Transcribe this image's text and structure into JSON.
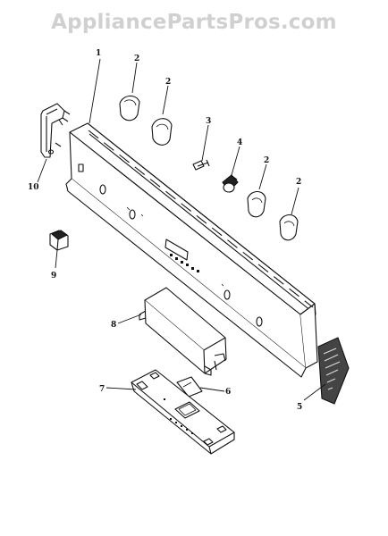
{
  "watermark": "AppliancePartsPros.com",
  "callouts": [
    {
      "id": "1",
      "label": "1"
    },
    {
      "id": "2a",
      "label": "2"
    },
    {
      "id": "2b",
      "label": "2"
    },
    {
      "id": "2c",
      "label": "2"
    },
    {
      "id": "2d",
      "label": "2"
    },
    {
      "id": "3",
      "label": "3"
    },
    {
      "id": "4",
      "label": "4"
    },
    {
      "id": "5",
      "label": "5"
    },
    {
      "id": "6",
      "label": "6"
    },
    {
      "id": "7",
      "label": "7"
    },
    {
      "id": "8",
      "label": "8"
    },
    {
      "id": "9",
      "label": "9"
    },
    {
      "id": "10",
      "label": "10"
    }
  ],
  "colors": {
    "line": "#111111",
    "watermark": "#d0d0d0",
    "fill": "#ffffff",
    "dark": "#222222"
  }
}
